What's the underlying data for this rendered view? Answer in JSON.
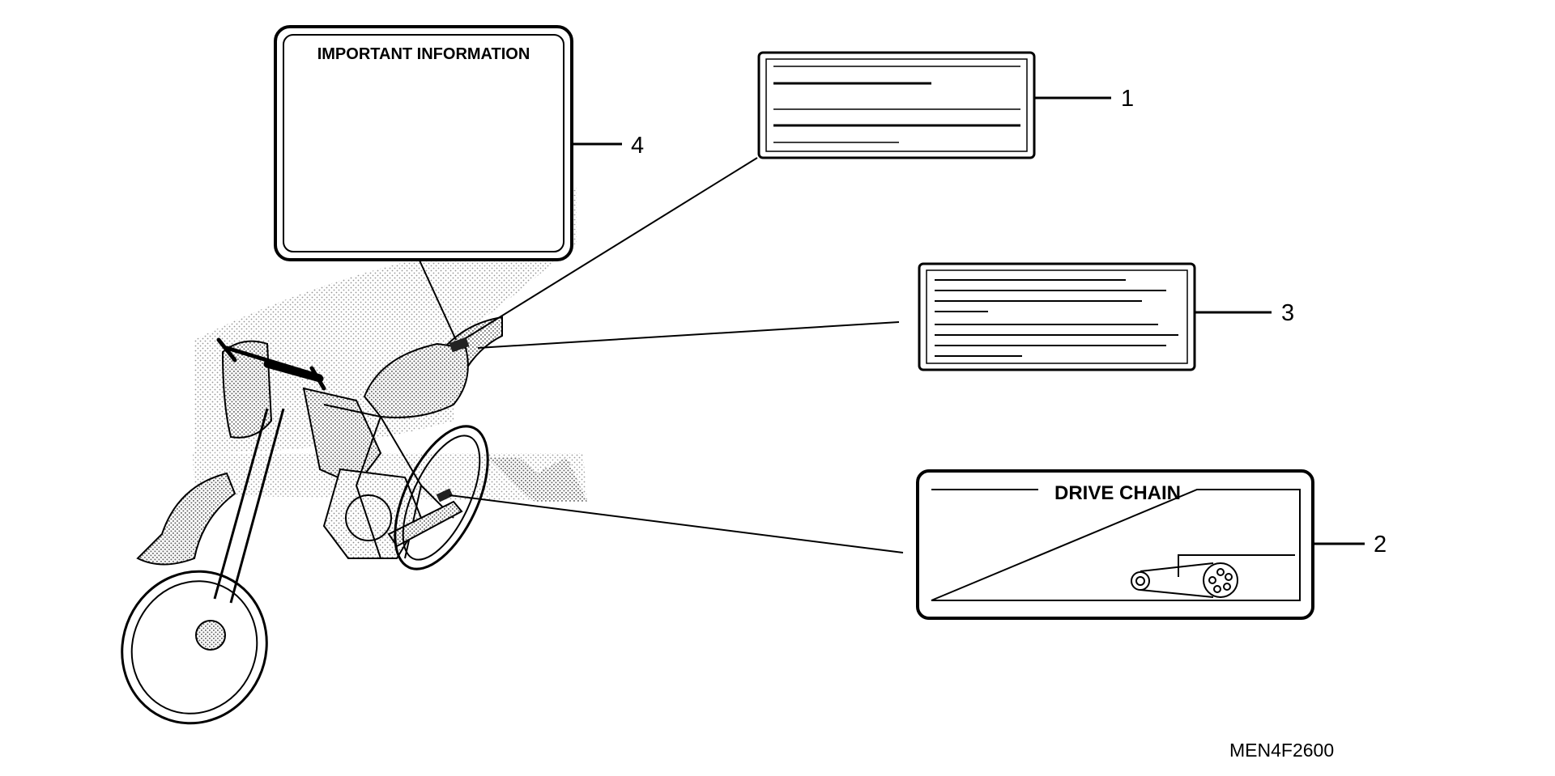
{
  "diagram": {
    "labels": {
      "important_information": "IMPORTANT INFORMATION",
      "drive_chain": "DRIVE CHAIN"
    },
    "callouts": [
      "1",
      "2",
      "3",
      "4"
    ],
    "part_code": "MEN4F2600",
    "colors": {
      "ink": "#000000",
      "background": "#ffffff",
      "stipple": "#6e6e6e"
    }
  }
}
